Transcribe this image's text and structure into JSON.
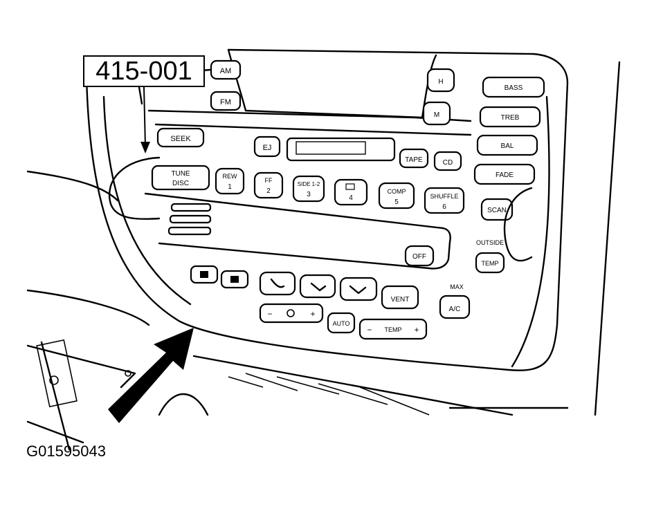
{
  "callout_label": "415-001",
  "figure_id": "G01595043",
  "buttons": {
    "am": "AM",
    "fm": "FM",
    "seek": "SEEK",
    "tune": "TUNE",
    "disc": "DISC",
    "ej": "EJ",
    "tape": "TAPE",
    "cd": "CD",
    "rew": "REW",
    "rew_num": "1",
    "ff": "FF",
    "ff_num": "2",
    "side": "SIDE 1-2",
    "side_num": "3",
    "dolby_num": "4",
    "comp": "COMP",
    "comp_num": "5",
    "shuffle": "SHUFFLE",
    "shuffle_num": "6",
    "scan": "SCAN",
    "bass": "BASS",
    "treb": "TREB",
    "bal": "BAL",
    "fade": "FADE",
    "off": "OFF",
    "vent": "VENT",
    "max": "MAX",
    "ac": "A/C",
    "auto": "AUTO",
    "temp": "TEMP",
    "temp_btn": "TEMP",
    "outside": "OUTSIDE"
  },
  "colors": {
    "line": "#000000",
    "background": "#ffffff"
  }
}
